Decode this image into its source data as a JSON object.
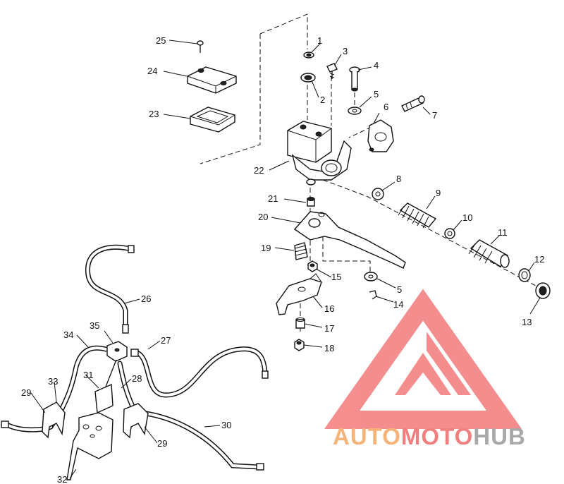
{
  "callouts": [
    "1",
    "2",
    "3",
    "4",
    "5",
    "5",
    "6",
    "7",
    "8",
    "9",
    "10",
    "11",
    "12",
    "13",
    "14",
    "15",
    "16",
    "17",
    "18",
    "19",
    "20",
    "21",
    "22",
    "23",
    "24",
    "25",
    "26",
    "27",
    "28",
    "29",
    "29",
    "30",
    "31",
    "32",
    "33",
    "34",
    "35"
  ],
  "logo": {
    "text_auto": "AUTO",
    "text_moto": "MOTO",
    "text_hub": "HUB",
    "color_auto": "#f5b37a",
    "color_moto": "#f07f7f",
    "color_hub": "#a8a8a8",
    "triangle_color": "#f37a7a"
  }
}
